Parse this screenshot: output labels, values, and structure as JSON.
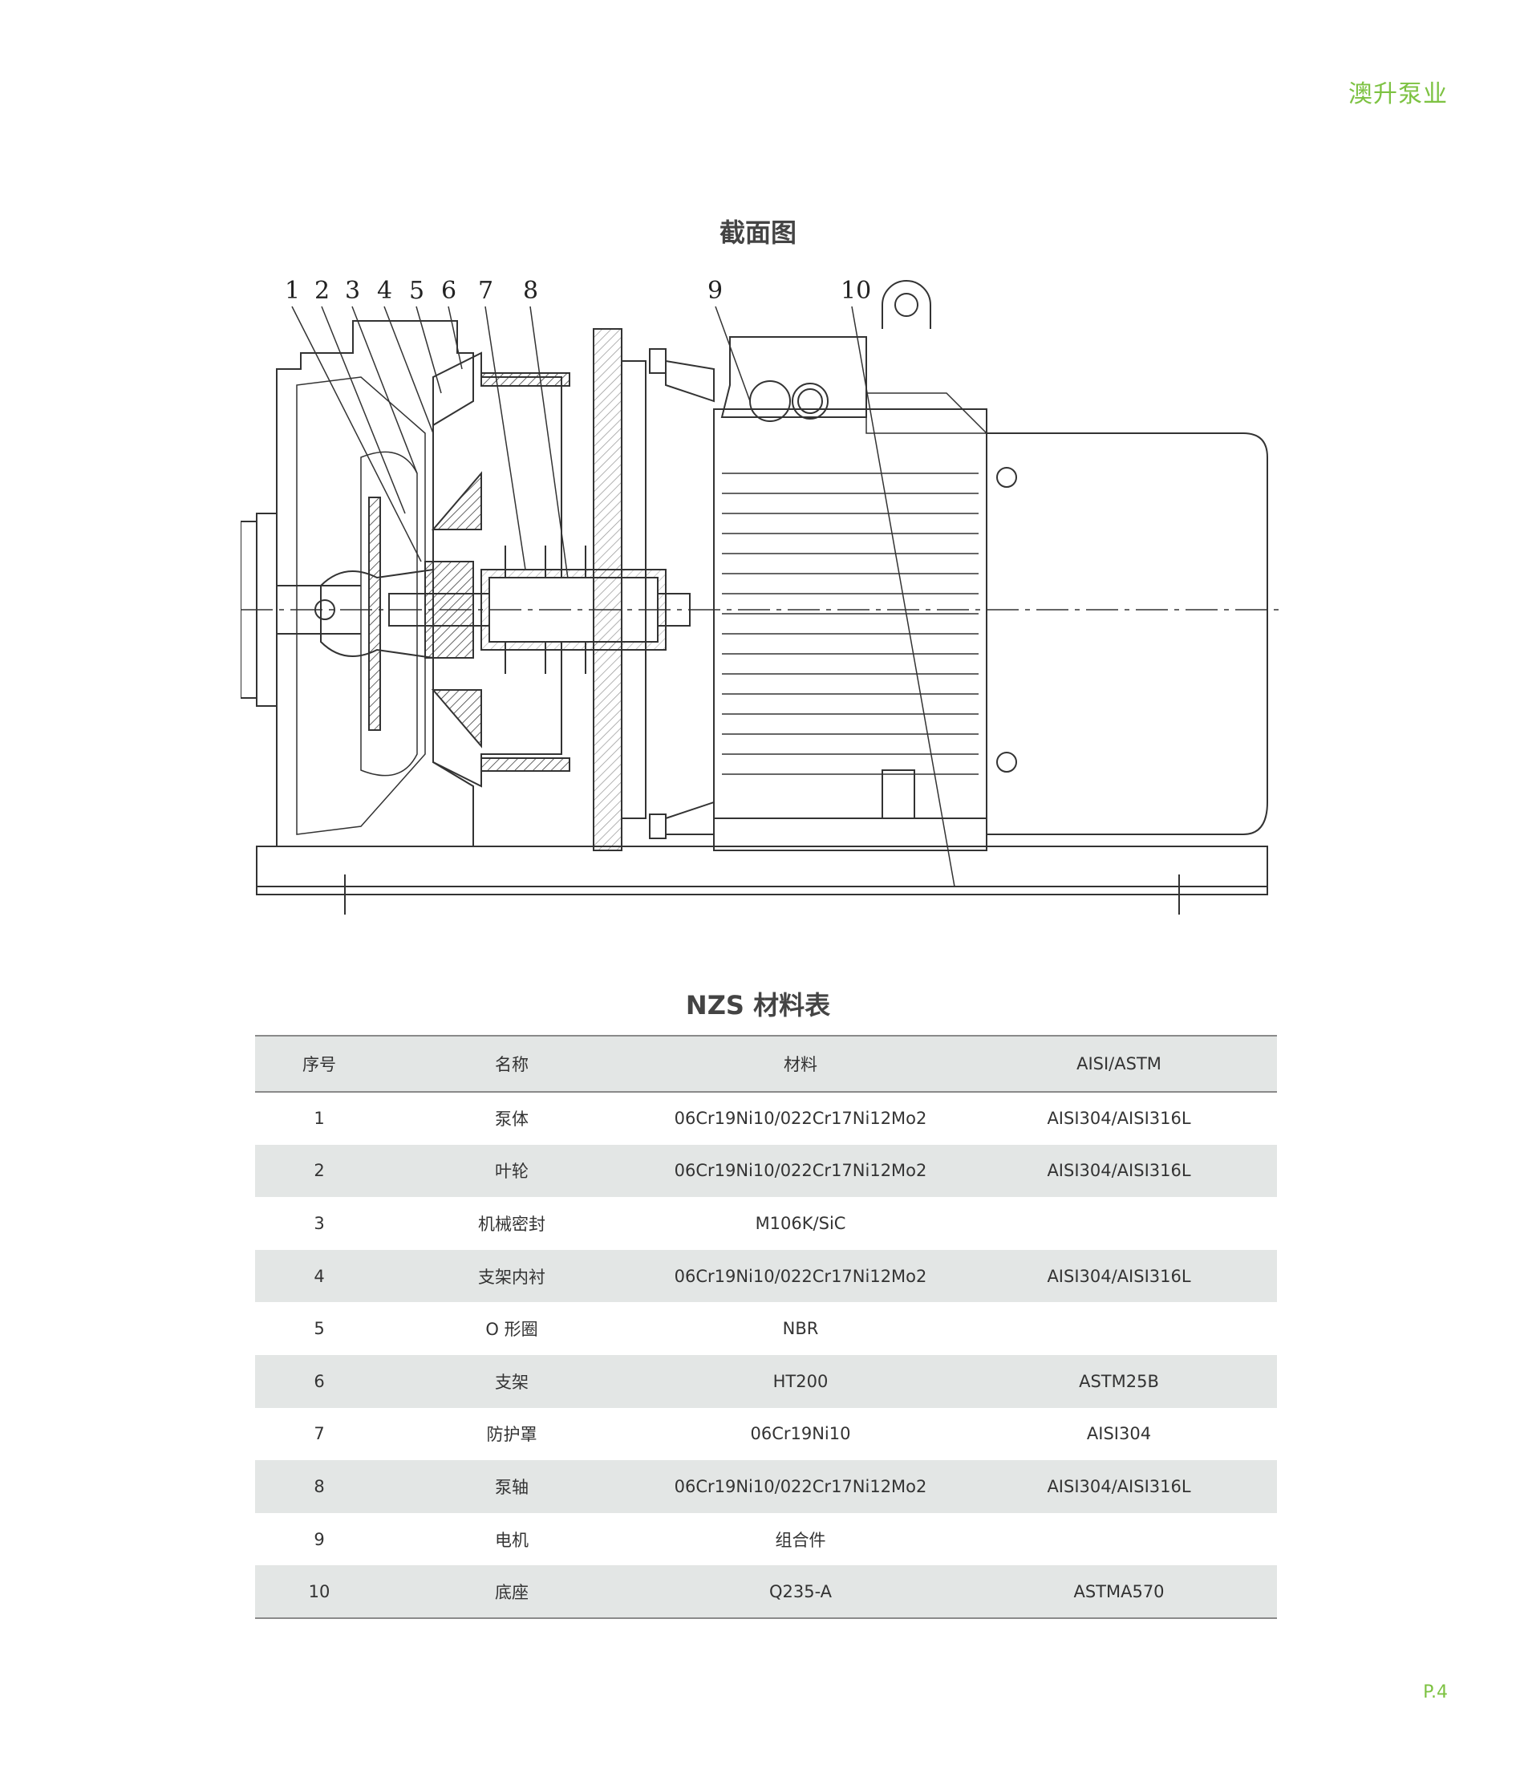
{
  "header": {
    "brand": "澳升泵业"
  },
  "diagram": {
    "title": "截面图",
    "callouts": [
      "1",
      "2",
      "3",
      "4",
      "5",
      "6",
      "7",
      "8",
      "9",
      "10"
    ]
  },
  "table": {
    "title": "NZS 材料表",
    "columns": [
      "序号",
      "名称",
      "材料",
      "AISI/ASTM"
    ],
    "rows": [
      [
        "1",
        "泵体",
        "06Cr19Ni10/022Cr17Ni12Mo2",
        "AISI304/AISI316L"
      ],
      [
        "2",
        "叶轮",
        "06Cr19Ni10/022Cr17Ni12Mo2",
        "AISI304/AISI316L"
      ],
      [
        "3",
        "机械密封",
        "M106K/SiC",
        ""
      ],
      [
        "4",
        "支架内衬",
        "06Cr19Ni10/022Cr17Ni12Mo2",
        "AISI304/AISI316L"
      ],
      [
        "5",
        "O 形圈",
        "NBR",
        ""
      ],
      [
        "6",
        "支架",
        "HT200",
        "ASTM25B"
      ],
      [
        "7",
        "防护罩",
        "06Cr19Ni10",
        "AISI304"
      ],
      [
        "8",
        "泵轴",
        "06Cr19Ni10/022Cr17Ni12Mo2",
        "AISI304/AISI316L"
      ],
      [
        "9",
        "电机",
        "组合件",
        ""
      ],
      [
        "10",
        "底座",
        "Q235-A",
        "ASTMA570"
      ]
    ]
  },
  "footer": {
    "page": "P.4"
  }
}
